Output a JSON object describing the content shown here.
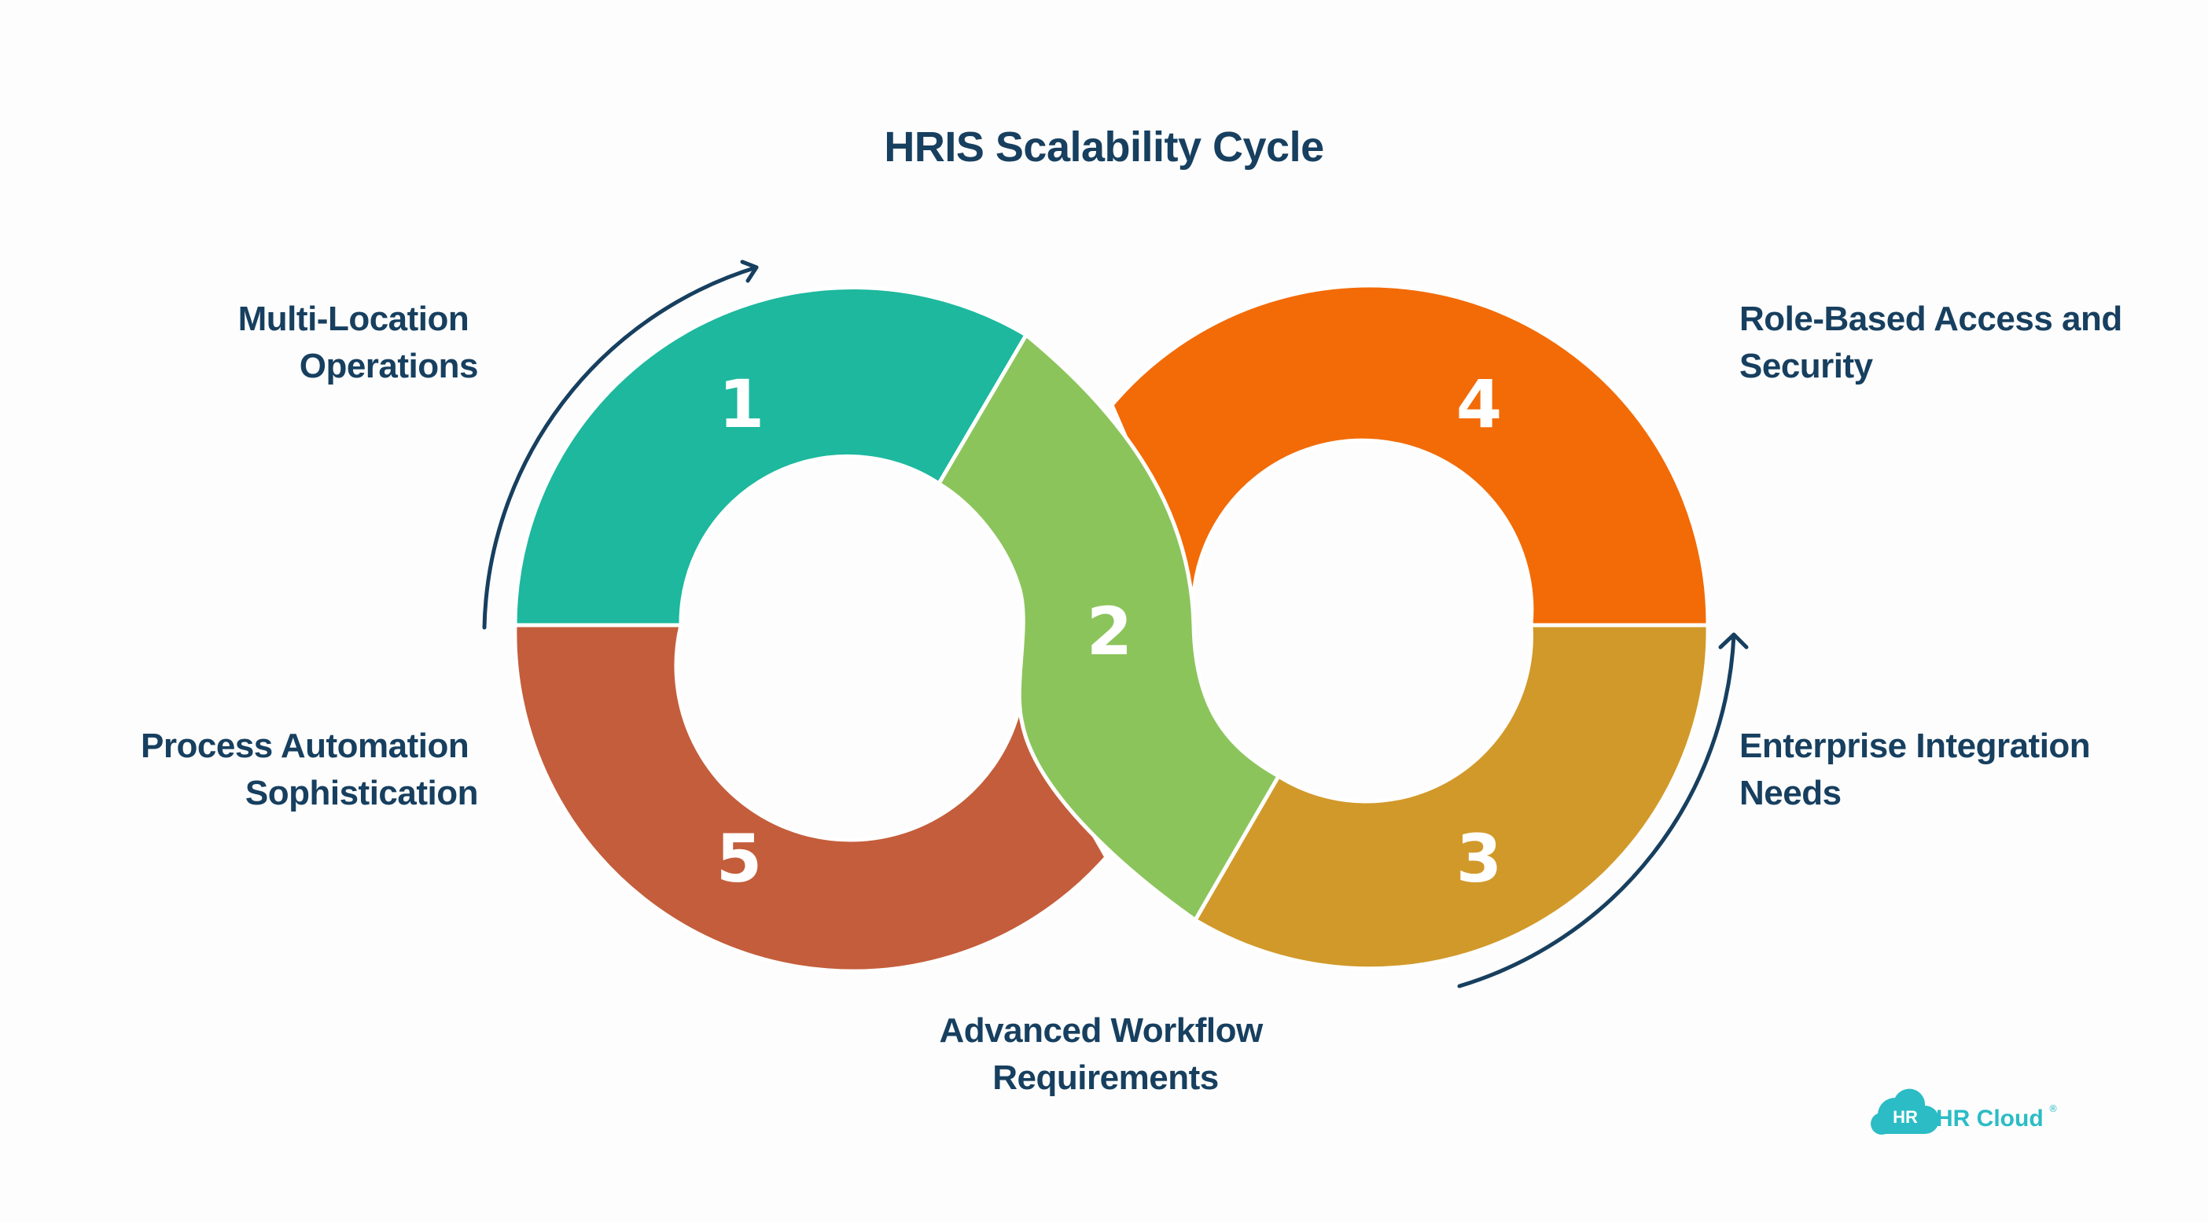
{
  "diagram": {
    "title": "HRIS Scalability Cycle",
    "steps": [
      {
        "number": "1",
        "label_lines": [
          "Multi-Location",
          "Operations"
        ],
        "color": "#1db89e"
      },
      {
        "number": "2",
        "label_lines": [
          "Advanced Workflow",
          "Requirements"
        ],
        "color": "#8cc45c"
      },
      {
        "number": "3",
        "label_lines": [
          "Enterprise Integration",
          "Needs"
        ],
        "color": "#d1992a"
      },
      {
        "number": "4",
        "label_lines": [
          "Role-Based Access and",
          "Security"
        ],
        "color": "#f26b07"
      },
      {
        "number": "5",
        "label_lines": [
          "Process Automation",
          "Sophistication"
        ],
        "color": "#c45d3b"
      }
    ]
  },
  "logo": {
    "badge": "HR",
    "name": "HR Cloud",
    "mark": "®"
  }
}
